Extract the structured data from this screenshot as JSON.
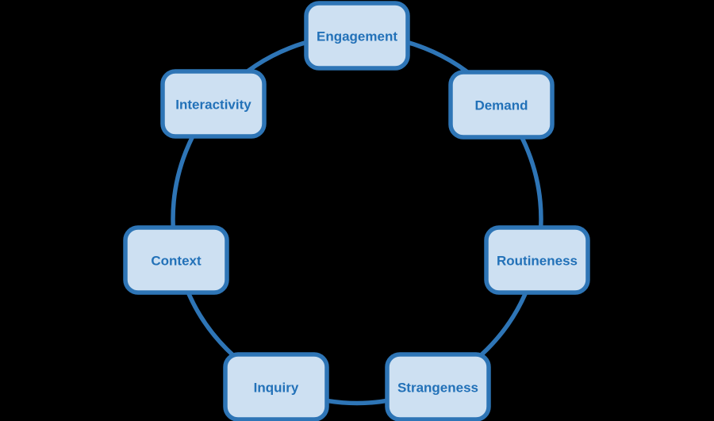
{
  "diagram": {
    "type": "cycle",
    "title": "",
    "nodes": [
      {
        "label": "Engagement",
        "position": "top"
      },
      {
        "label": "Demand",
        "position": "upper-right"
      },
      {
        "label": "Routineness",
        "position": "right"
      },
      {
        "label": "Strangeness",
        "position": "lower-right"
      },
      {
        "label": "Inquiry",
        "position": "lower-left"
      },
      {
        "label": "Context",
        "position": "left"
      },
      {
        "label": "Interactivity",
        "position": "upper-left"
      }
    ],
    "colors": {
      "background": "#000000",
      "node_fill": "#CDE0F2",
      "node_border": "#2E75B6",
      "connector": "#2E75B6",
      "label_text": "#2271B8"
    }
  }
}
